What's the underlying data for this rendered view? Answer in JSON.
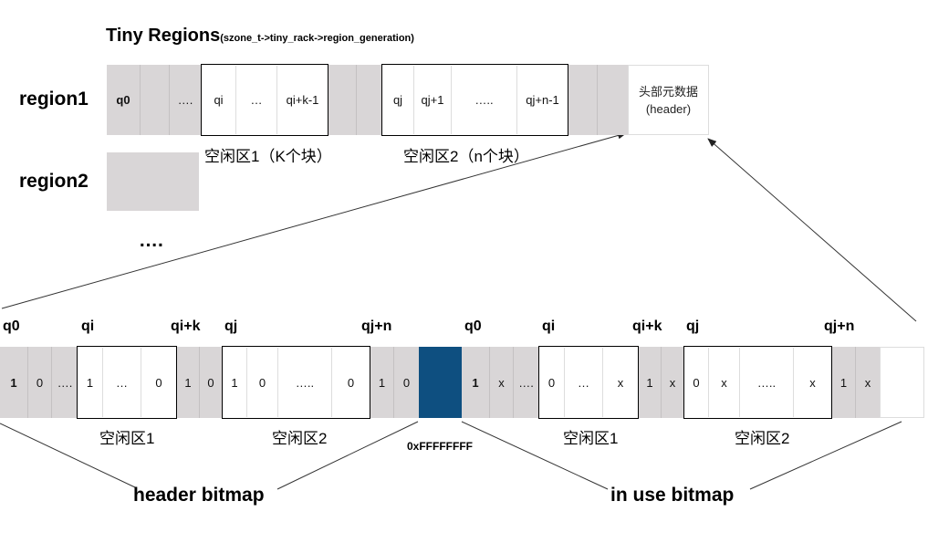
{
  "title": {
    "main": "Tiny Regions",
    "sub": "(szone_t->tiny_rack->region_generation)"
  },
  "regions": {
    "region1_label": "region1",
    "region2_label": "region2",
    "more": "…."
  },
  "top_row": {
    "q0": "q0",
    "dots1": "….",
    "qi": "qi",
    "ellipsis": "…",
    "qik1": "qi+k-1",
    "qj": "qj",
    "qj1": "qj+1",
    "dots5": "…..",
    "qjn1": "qj+n-1",
    "header_line1": "头部元数据",
    "header_line2": "(header)",
    "free1_caption": "空闲区1（K个块）",
    "free2_caption": "空闲区2（n个块）"
  },
  "bottom_row": {
    "header_bitmap_cells": {
      "c1": "1",
      "c2": "0",
      "c3": "….",
      "f1a": "1",
      "f1b": "…",
      "f1c": "0",
      "c4": "1",
      "c5": "0",
      "f2a": "1",
      "f2b": "0",
      "f2c": "…..",
      "f2d": "0",
      "c6": "1",
      "c7": "0"
    },
    "inuse_bitmap_cells": {
      "c1": "1",
      "c2": "x",
      "c3": "….",
      "f1a": "0",
      "f1b": "…",
      "f1c": "x",
      "c4": "1",
      "c5": "x",
      "f2a": "0",
      "f2b": "x",
      "f2c": "…..",
      "f2d": "x",
      "c6": "1",
      "c7": "x"
    },
    "markers_left": {
      "q0": "q0",
      "qi": "qi",
      "qik": "qi+k",
      "qj": "qj",
      "qjn": "qj+n"
    },
    "markers_right": {
      "q0": "q0",
      "qi": "qi",
      "qik": "qi+k",
      "qj": "qj",
      "qjn": "qj+n"
    },
    "free1_left": "空闲区1",
    "free2_left": "空闲区2",
    "free1_right": "空闲区1",
    "free2_right": "空闲区2",
    "separator_value": "0xFFFFFFFF",
    "separator_color": "#0e4f80",
    "header_bitmap": "header bitmap",
    "inuse_bitmap": "in use bitmap"
  }
}
